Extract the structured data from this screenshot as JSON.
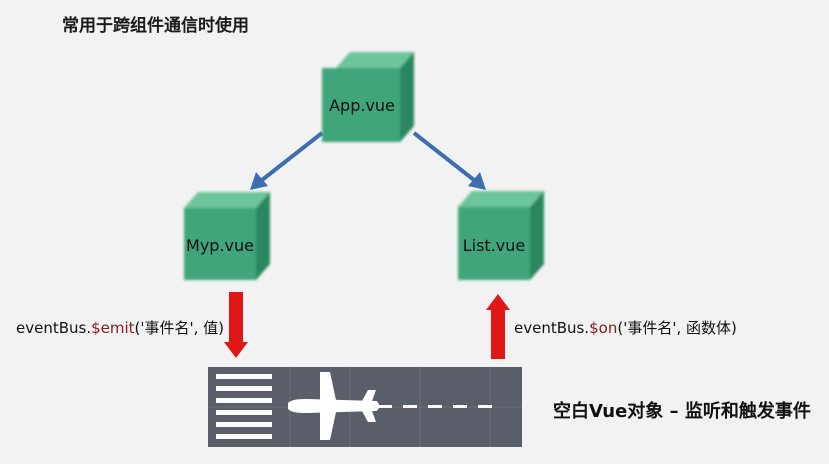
{
  "title": "常用于跨组件通信时使用",
  "nodes": {
    "app": "App.vue",
    "myp": "Myp.vue",
    "list": "List.vue"
  },
  "emit_label": {
    "prefix": "eventBus.",
    "keyword": "$emit",
    "suffix": "('事件名', 值)"
  },
  "on_label": {
    "prefix": "eventBus.",
    "keyword": "$on",
    "suffix": "('事件名', 函数体)"
  },
  "caption": "空白Vue对象 – 监听和触发事件",
  "colors": {
    "cube_front": "#3fa57a",
    "cube_top": "#6cc59c",
    "cube_side": "#2c8760",
    "blue_arrow": "#3f6eb0",
    "red_arrow": "#e01717",
    "runway": "#5a5e69"
  }
}
